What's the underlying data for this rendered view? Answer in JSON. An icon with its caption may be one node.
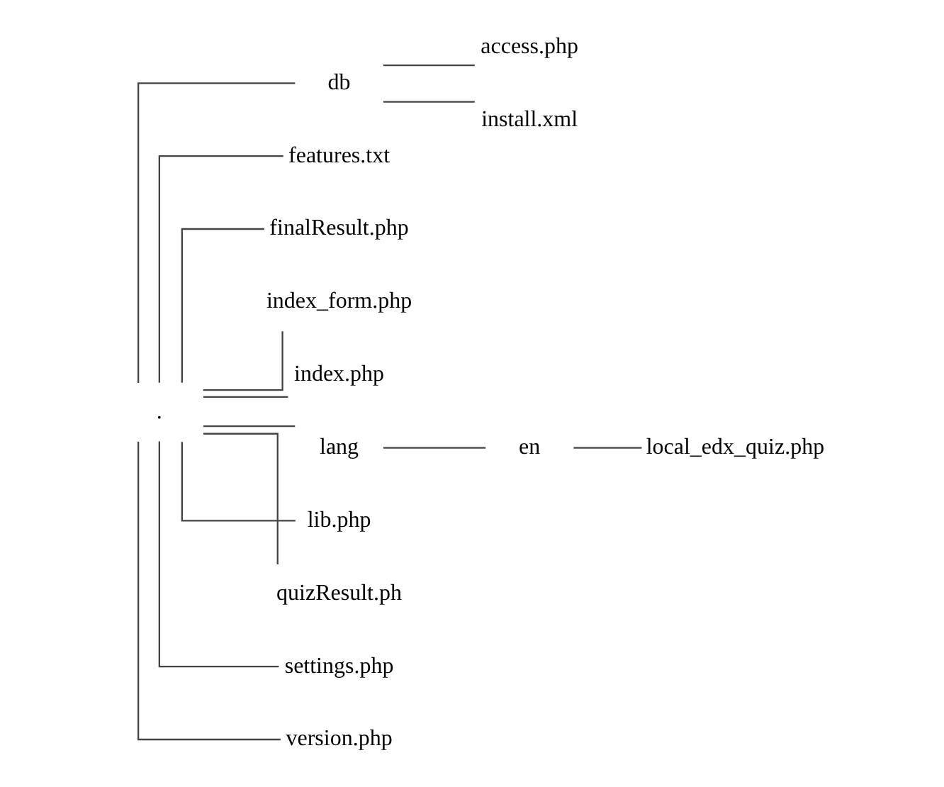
{
  "diagram": {
    "nodes": [
      {
        "text": [
          "."
        ]
      },
      {
        "text": [
          "db"
        ]
      },
      {
        "text": [
          "access.php"
        ]
      },
      {
        "text": [
          "install.xml"
        ]
      },
      {
        "text": [
          "features.txt"
        ]
      },
      {
        "text": [
          "finalResult.php"
        ]
      },
      {
        "text": [
          "index_form.php"
        ]
      },
      {
        "text": [
          "index.php"
        ]
      },
      {
        "text": [
          "lang"
        ]
      },
      {
        "text": [
          "en"
        ]
      },
      {
        "text": [
          "local_edx_quiz.php"
        ]
      },
      {
        "text": [
          "lib.php"
        ]
      },
      {
        "text": [
          "quizResult.ph"
        ]
      },
      {
        "text": [
          "settings.php"
        ]
      },
      {
        "text": [
          "version.php"
        ]
      }
    ],
    "edges": [
      {
        "from": 0,
        "to": 1,
        "arrow": "none"
      },
      {
        "from": 1,
        "to": 2,
        "arrow": "none"
      },
      {
        "from": 1,
        "to": 3,
        "arrow": "none"
      },
      {
        "from": 0,
        "to": 4,
        "arrow": "none"
      },
      {
        "from": 0,
        "to": 5,
        "arrow": "none"
      },
      {
        "from": 0,
        "to": 6,
        "arrow": "none"
      },
      {
        "from": 0,
        "to": 7,
        "arrow": "none"
      },
      {
        "from": 0,
        "to": 8,
        "arrow": "none"
      },
      {
        "from": 8,
        "to": 9,
        "arrow": "none"
      },
      {
        "from": 9,
        "to": 10,
        "arrow": "none"
      },
      {
        "from": 0,
        "to": 11,
        "arrow": "none"
      },
      {
        "from": 0,
        "to": 12,
        "arrow": "none"
      },
      {
        "from": 0,
        "to": 13,
        "arrow": "none"
      },
      {
        "from": 0,
        "to": 14,
        "arrow": "none"
      }
    ]
  }
}
